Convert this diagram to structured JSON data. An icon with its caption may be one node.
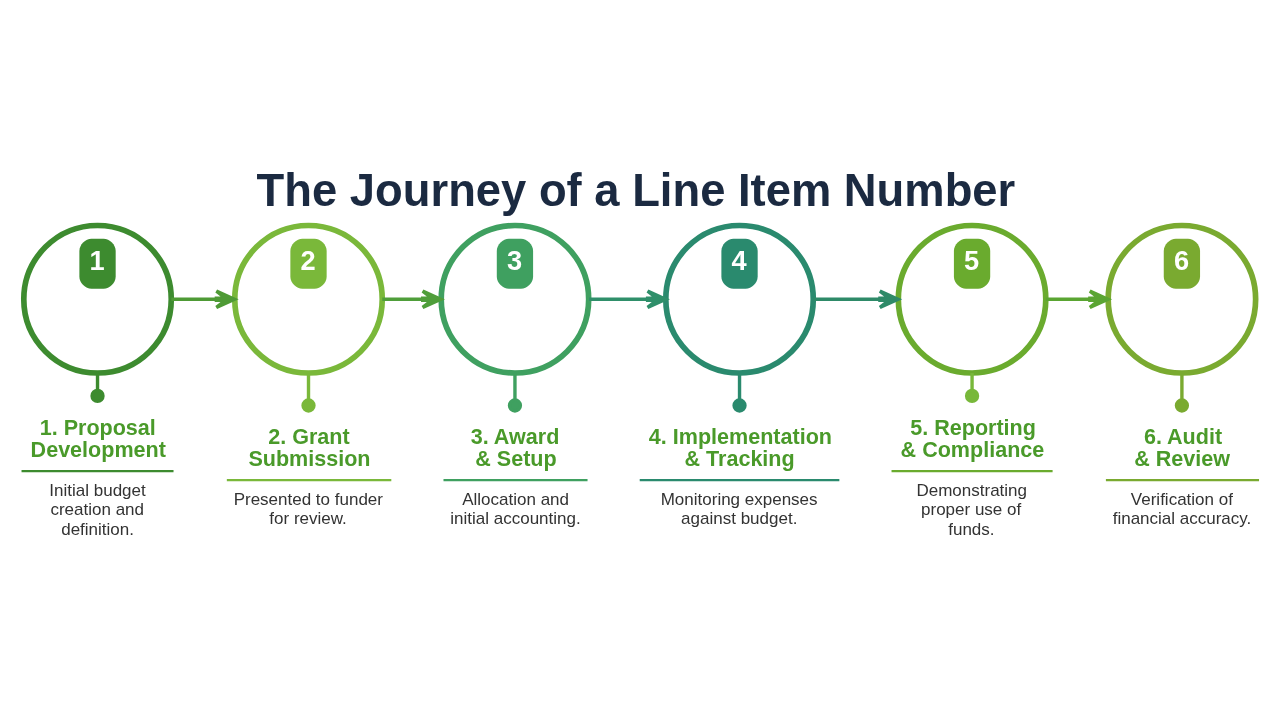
{
  "diagram": {
    "title": "The Journey of a Line Item Number",
    "nodes": [
      {
        "text": [
          "1"
        ]
      },
      {
        "text": [
          "2"
        ]
      },
      {
        "text": [
          "3"
        ]
      },
      {
        "text": [
          "4"
        ]
      },
      {
        "text": [
          "5"
        ]
      },
      {
        "text": [
          "6"
        ]
      },
      {
        "text": [
          "1. Proposal Development",
          "Initial budget creation and definition."
        ]
      },
      {
        "text": [
          "2. Grant Submission",
          "Presented to funder for review."
        ]
      },
      {
        "text": [
          "3. Award & Setup",
          "Allocation and initial accounting."
        ]
      },
      {
        "text": [
          "4. Implementation & Tracking",
          "Monitoring expenses against budget."
        ]
      },
      {
        "text": [
          "5. Reporting & Compliance",
          "Demonstrating proper use of funds."
        ]
      },
      {
        "text": [
          "6. Audit & Review",
          "Verification of financial accuracy."
        ]
      }
    ],
    "edges": [
      {
        "from": 0,
        "to": 1,
        "arrow": "to",
        "color": "#4e9a35"
      },
      {
        "from": 1,
        "to": 2,
        "arrow": "to",
        "color": "#4f9e3a"
      },
      {
        "from": 2,
        "to": 3,
        "arrow": "to",
        "color": "#2f8f6a"
      },
      {
        "from": 3,
        "to": 4,
        "arrow": "to",
        "color": "#2e8a68"
      },
      {
        "from": 4,
        "to": 5,
        "arrow": "to",
        "color": "#5aa532"
      },
      {
        "from": 0,
        "to": 6,
        "arrow": "other",
        "color": "#3d8b2f"
      },
      {
        "from": 1,
        "to": 7,
        "arrow": "other",
        "color": "#7ab83a"
      },
      {
        "from": 2,
        "to": 8,
        "arrow": "other",
        "color": "#3fa060"
      },
      {
        "from": 3,
        "to": 9,
        "arrow": "other",
        "color": "#2a8a6e"
      },
      {
        "from": 4,
        "to": 10,
        "arrow": "other",
        "color": "#78b83a"
      },
      {
        "from": 5,
        "to": 11,
        "arrow": "other",
        "color": "#7aaa30"
      }
    ]
  }
}
